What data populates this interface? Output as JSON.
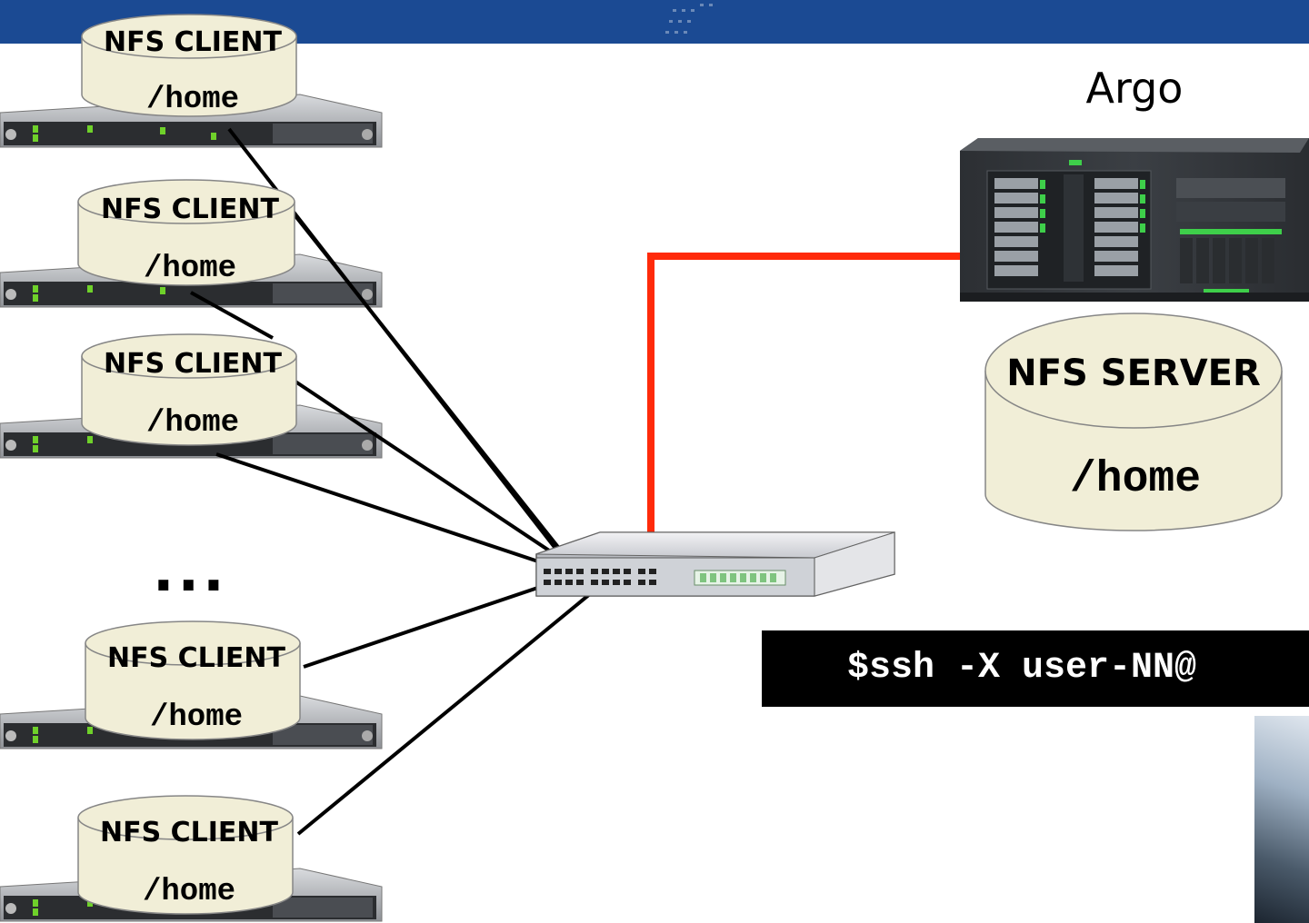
{
  "header": {
    "color": "#1b4a93"
  },
  "server": {
    "name": "Argo"
  },
  "nfs_server": {
    "title": "NFS SERVER",
    "path": "/home"
  },
  "clients": [
    {
      "title": "NFS CLIENT",
      "path": "/home"
    },
    {
      "title": "NFS CLIENT",
      "path": "/home"
    },
    {
      "title": "NFS CLIENT",
      "path": "/home"
    },
    {
      "title": "NFS CLIENT",
      "path": "/home"
    },
    {
      "title": "NFS CLIENT",
      "path": "/home"
    }
  ],
  "ellipsis": "...",
  "terminal": {
    "command": "$ssh -X user-NN@"
  },
  "link_color": "#ff2a0a"
}
